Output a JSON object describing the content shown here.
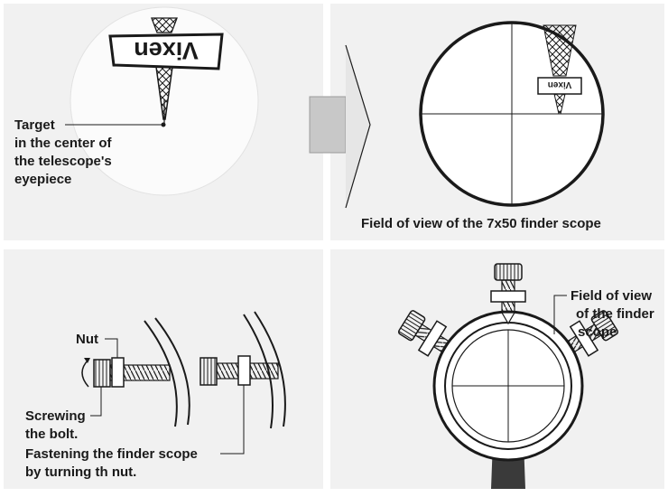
{
  "panels": {
    "top_left": {
      "sign_text": "Vixen",
      "target_label": [
        "Target",
        "in the center of",
        "the telescope's",
        "eyepiece"
      ]
    },
    "top_right": {
      "sign_text": "Vixen",
      "caption": "Field of view of the 7x50 finder scope"
    },
    "bottom_left": {
      "nut_label": "Nut",
      "screwing_label": [
        "Screwing",
        "the bolt."
      ],
      "fastening_label": [
        "Fastening the finder scope",
        "by turning th nut."
      ]
    },
    "bottom_right": {
      "fov_label": [
        "Field of view",
        "of the finder",
        "scope"
      ]
    }
  },
  "colors": {
    "panel_bg": "#f1f1f1",
    "ink": "#1a1a1a",
    "arrow_fill": "#c8c8c8"
  }
}
